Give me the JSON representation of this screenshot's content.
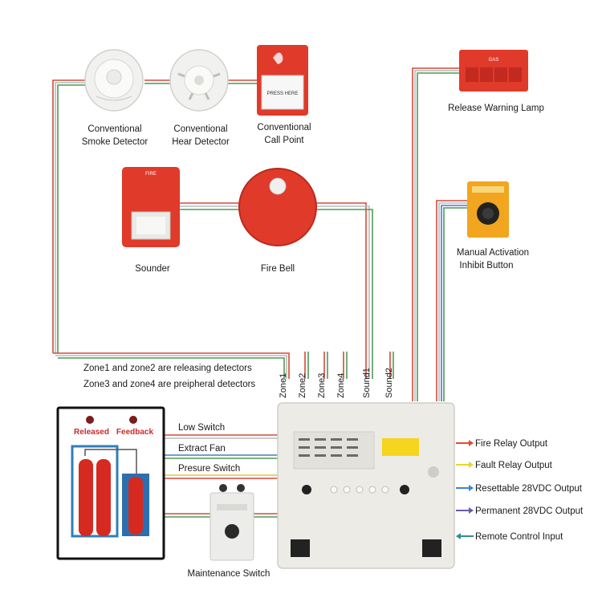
{
  "devices": {
    "smoke_detector": [
      "Conventional",
      "Smoke Detector"
    ],
    "heat_detector": [
      "Conventional",
      "Hear Detector"
    ],
    "call_point": [
      "Conventional",
      "Call Point"
    ],
    "release_lamp": "Release Warning Lamp",
    "manual_button": [
      "Manual Activation",
      "Inhibit Button"
    ],
    "sounder": "Sounder",
    "fire_bell": "Fire Bell",
    "maintenance_switch": "Maintenance Switch"
  },
  "glyphs": {
    "sounder_text": "FIRE",
    "lamp_text": "GAS",
    "call_point_text": "PRESS HERE",
    "panel_released": "Released",
    "panel_feedback": "Feedback"
  },
  "notes": [
    "Zone1 and zone2 are releasing detectors",
    "Zone3 and zone4 are preipheral detectors"
  ],
  "terminals": [
    "Zone1",
    "Zone2",
    "Zone3",
    "Zone4",
    "Sound1",
    "Sound2"
  ],
  "inputs": [
    "Low Switch",
    "Extract Fan",
    "Presure Switch"
  ],
  "outputs": [
    {
      "label": "Fire Relay Output",
      "color": "#e8472e"
    },
    {
      "label": "Fault Relay Output",
      "color": "#e8d62e"
    },
    {
      "label": "Resettable 28VDC Output",
      "color": "#3d86d6"
    },
    {
      "label": "Permanent 28VDC Output",
      "color": "#6d5aa8"
    },
    {
      "label": "Remote Control Input",
      "color": "#2f8f8a"
    }
  ],
  "colors": {
    "red": "#e03a2a",
    "cylinder": "#d62a20",
    "panel": "#ecebe6",
    "wire_red": "#d44a3a",
    "wire_green": "#4f9a5a",
    "wire_blue": "#4a7ac8",
    "wire_yellow": "#e0c93a"
  }
}
